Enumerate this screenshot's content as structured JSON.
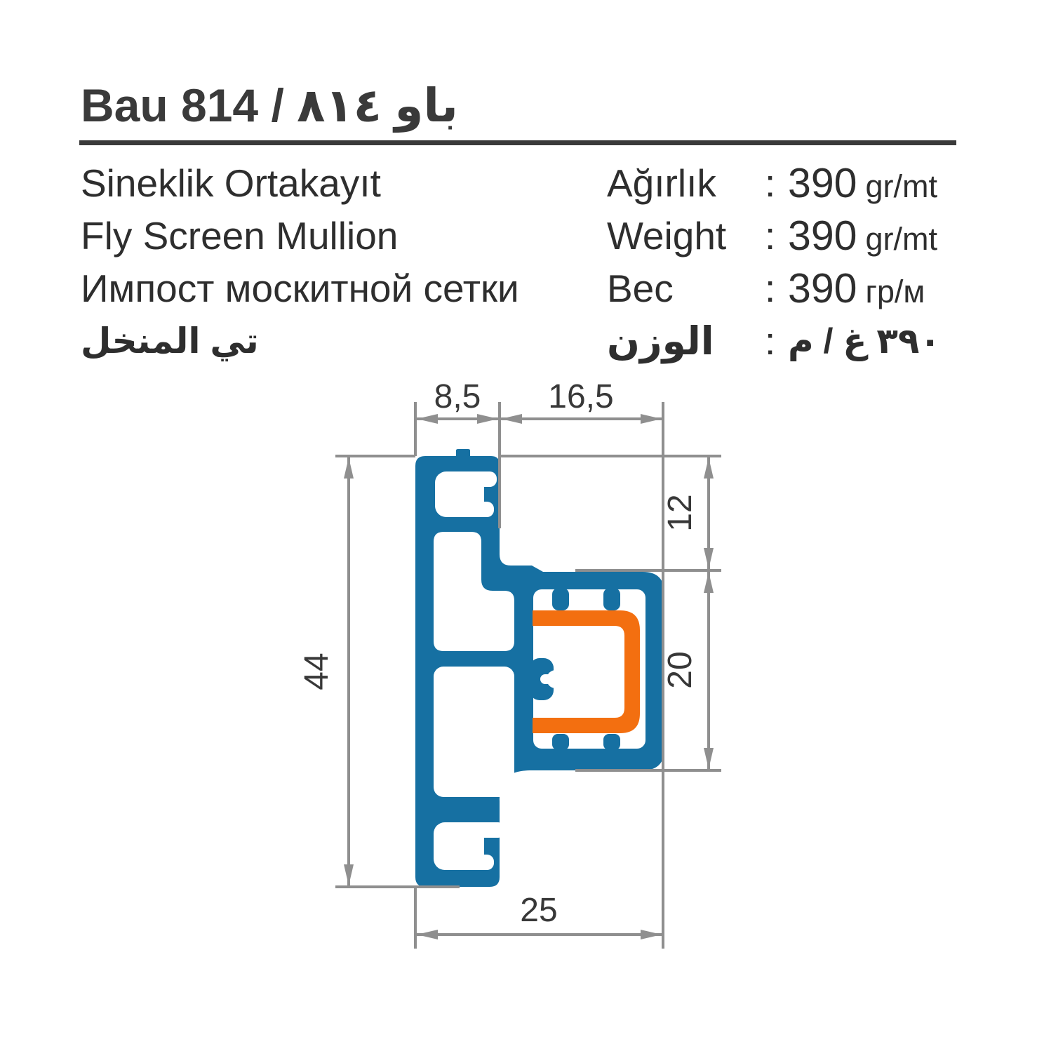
{
  "header": {
    "title_latin": "Bau 814 /",
    "title_arabic": "باو ٨١٤"
  },
  "product_names": {
    "turkish": "Sineklik Ortakayıt",
    "english": "Fly Screen Mullion",
    "russian": "Импост москитной сетки",
    "arabic": "تي المنخل"
  },
  "weight_table": {
    "rows": [
      {
        "label": "Ağırlık",
        "colon": ":",
        "value": "390",
        "unit": "gr/mt"
      },
      {
        "label": "Weight",
        "colon": ":",
        "value": "390",
        "unit": "gr/mt"
      },
      {
        "label": "Вес",
        "colon": ":",
        "value": "390",
        "unit": "гр/м"
      },
      {
        "label": "الوزن",
        "colon": ":",
        "value_rtl": "٣٩٠ غ / م"
      }
    ]
  },
  "drawing": {
    "dimensions": {
      "bar_width": "8,5",
      "box_width": "16,5",
      "top_offset": "12",
      "box_height": "20",
      "total_height": "44",
      "total_width": "25"
    },
    "colors": {
      "profile_blue": "#1670a2",
      "insert_orange": "#f36f10",
      "dimension_gray": "#8f8f8f",
      "text_dark": "#3a3a3a"
    }
  }
}
